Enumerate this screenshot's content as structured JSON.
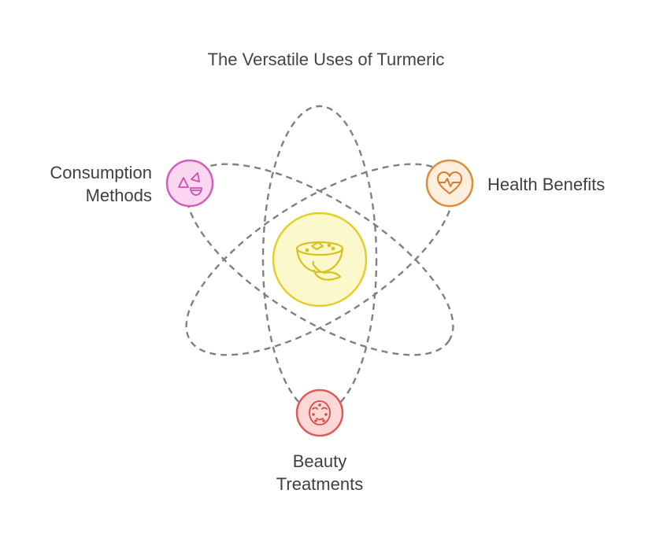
{
  "title": "The Versatile Uses of Turmeric",
  "center": {
    "icon": "turmeric-bowl-pepper-icon",
    "fill": "#fbf8cb",
    "stroke": "#e2cf2a"
  },
  "nodes": [
    {
      "id": "consumption",
      "label_lines": [
        "Consumption",
        "Methods"
      ],
      "icon": "food-shapes-icon",
      "fill": "#fbd6f0",
      "stroke": "#d05fb9"
    },
    {
      "id": "health",
      "label_lines": [
        "Health Benefits"
      ],
      "icon": "heart-pulse-icon",
      "fill": "#feeede",
      "stroke": "#e08a3c"
    },
    {
      "id": "beauty",
      "label_lines": [
        "Beauty",
        "Treatments"
      ],
      "icon": "face-mask-icon",
      "fill": "#fcd9d6",
      "stroke": "#df5a57"
    }
  ],
  "orbit_color": "#808080"
}
